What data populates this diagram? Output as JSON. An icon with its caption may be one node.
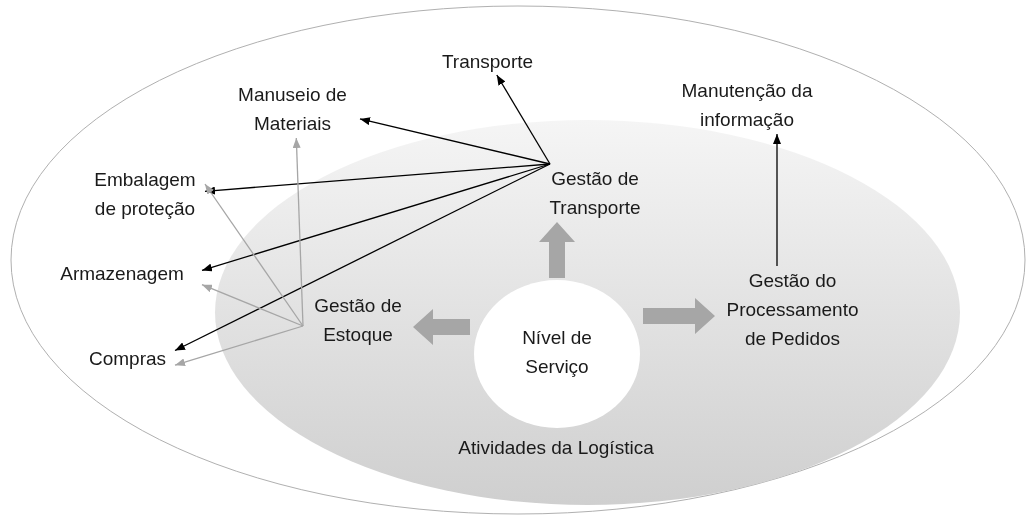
{
  "diagram": {
    "nodes": [
      {
        "text": [],
        "shape": "ellipse"
      },
      {
        "text": [
          "Atividades da Logística"
        ],
        "in": 0
      },
      {
        "text": [
          "Transporte"
        ],
        "in": 0
      },
      {
        "text": [
          "Manuseio de Materiais"
        ],
        "in": 0
      },
      {
        "text": [
          "Manutenção da informação"
        ],
        "in": 0
      },
      {
        "text": [
          "Embalagem de proteção"
        ],
        "in": 0
      },
      {
        "text": [
          "Gestão de Transporte"
        ],
        "in": 1
      },
      {
        "text": [
          "Armazenagem"
        ],
        "in": 0
      },
      {
        "text": [
          "Gestão de Estoque"
        ],
        "in": 1
      },
      {
        "text": [
          "Gestão do Processamento de Pedidos"
        ],
        "in": 1
      },
      {
        "text": [
          "Nível de Serviço"
        ],
        "in": 1
      },
      {
        "text": [
          "Compras"
        ],
        "in": 0
      }
    ],
    "edges": [
      {
        "from": 10,
        "to": 8,
        "arrow": "to",
        "style": "thick",
        "color": "#a6a6a6"
      },
      {
        "from": 10,
        "to": 6,
        "arrow": "to",
        "style": "thick",
        "color": "#a6a6a6"
      },
      {
        "from": 10,
        "to": 9,
        "arrow": "to",
        "style": "thick",
        "color": "#a6a6a6"
      },
      {
        "from": 6,
        "to": 2,
        "arrow": "to"
      },
      {
        "from": 6,
        "to": 3,
        "arrow": "to"
      },
      {
        "from": 6,
        "to": 5,
        "arrow": "to"
      },
      {
        "from": 6,
        "to": 7,
        "arrow": "to"
      },
      {
        "from": 6,
        "to": 11,
        "arrow": "to"
      },
      {
        "from": 8,
        "to": 3,
        "arrow": "to",
        "color": "#a6a6a6"
      },
      {
        "from": 8,
        "to": 5,
        "arrow": "to",
        "color": "#a6a6a6"
      },
      {
        "from": 8,
        "to": 7,
        "arrow": "to",
        "color": "#a6a6a6"
      },
      {
        "from": 8,
        "to": 11,
        "arrow": "to",
        "color": "#a6a6a6"
      },
      {
        "from": 9,
        "to": 4,
        "arrow": "to"
      }
    ]
  }
}
